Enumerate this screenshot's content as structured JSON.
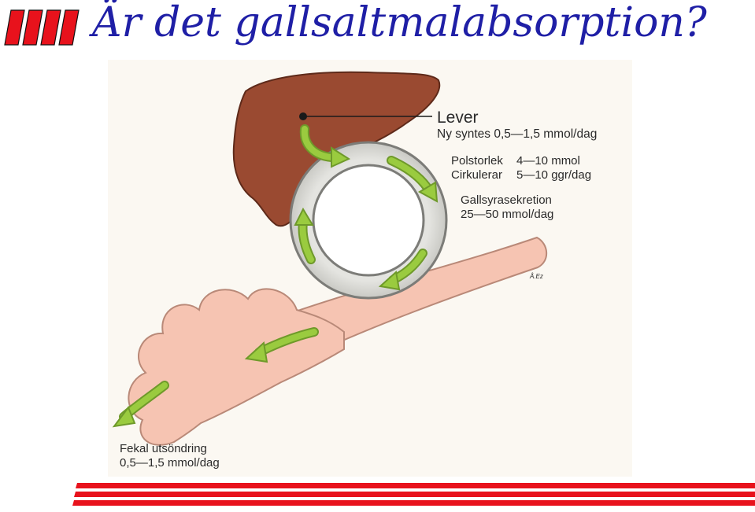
{
  "slide": {
    "title": "Är det gallsaltmalabsorption?"
  },
  "diagram": {
    "liver": {
      "label": "Lever",
      "synthesis": "Ny syntes 0,5—1,5 mmol/dag"
    },
    "pool": {
      "size_label": "Polstorlek",
      "size_value": "4—10 mmol",
      "circulation_label": "Cirkulerar",
      "circulation_value": "5—10 ggr/dag"
    },
    "secretion": {
      "label": "Gallsyrasekretion",
      "value": "25—50 mmol/dag"
    },
    "signature": "Å.Ez",
    "fecal": {
      "label": "Fekal utsöndring",
      "value": "0,5—1,5 mmol/dag"
    }
  },
  "colors": {
    "title": "#1f1fa6",
    "accent_red": "#e8121c",
    "liver": "#9a4a31",
    "intestine": "#f5c1b0",
    "arrows": "#9acb3f",
    "ring": "#dcdcd8"
  }
}
